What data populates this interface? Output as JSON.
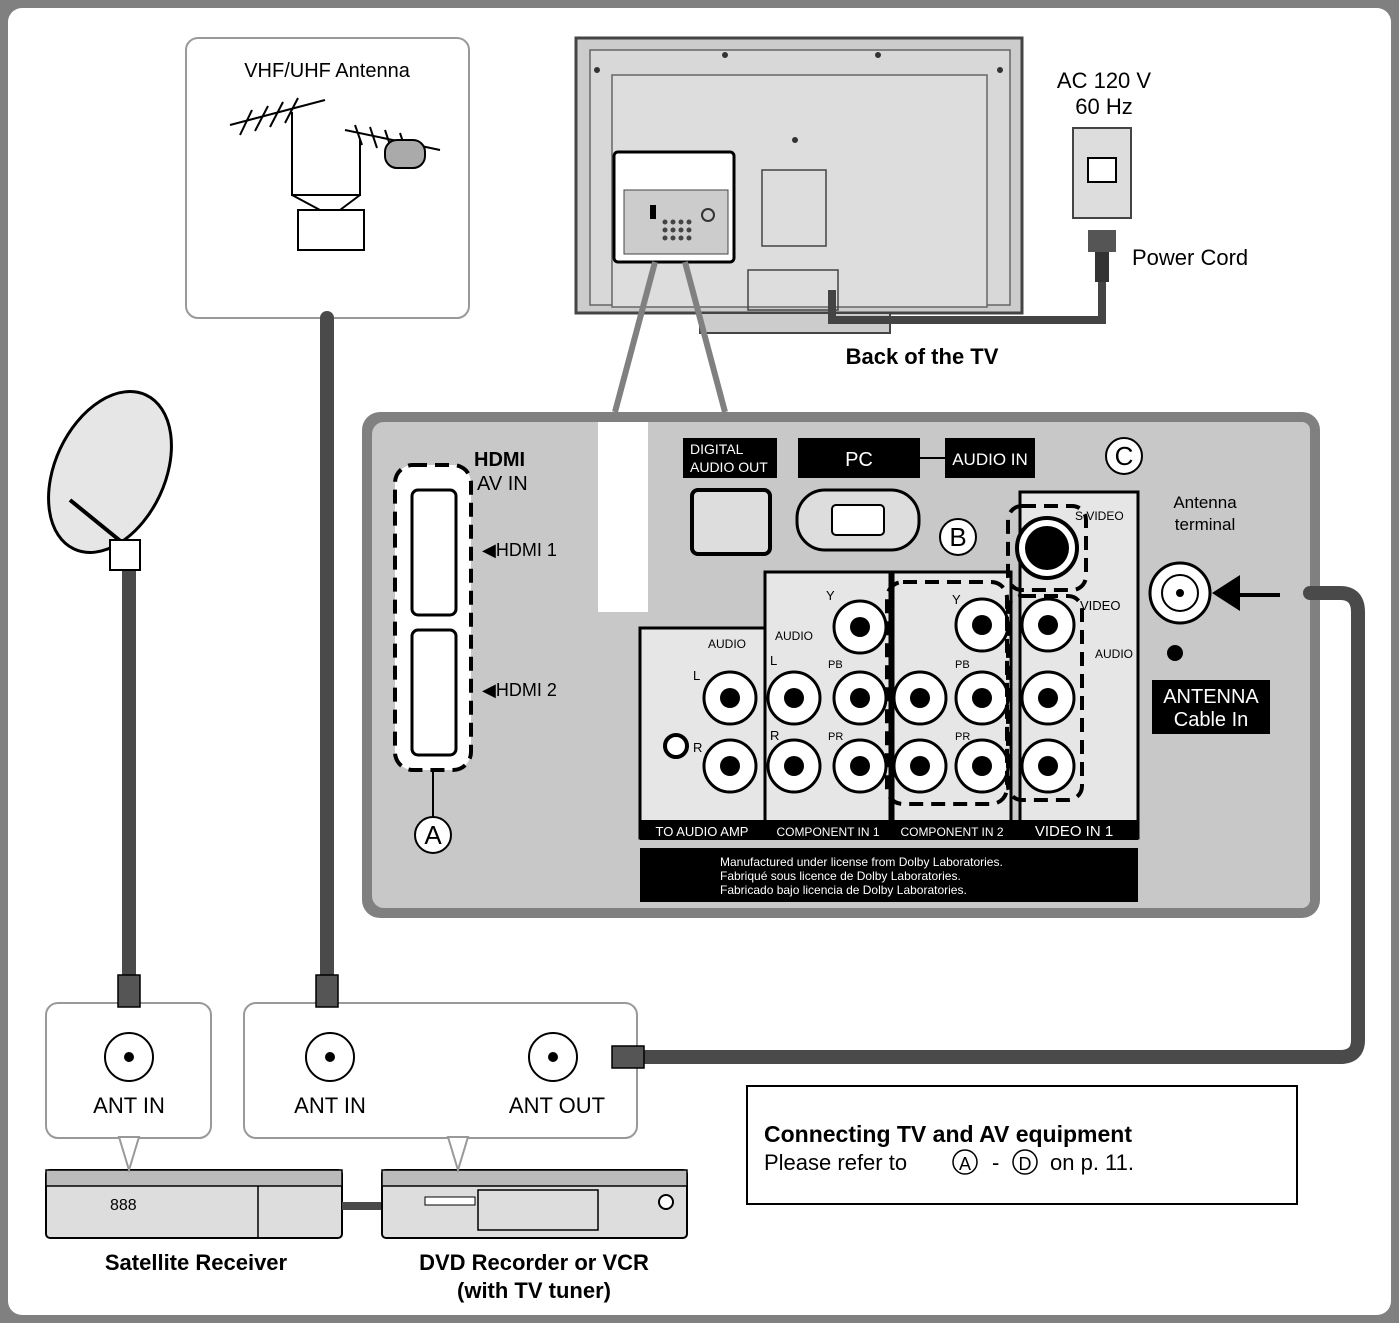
{
  "antenna": {
    "label": "VHF/UHF Antenna"
  },
  "power": {
    "voltage": "AC 120 V",
    "frequency": "60 Hz",
    "cord_label": "Power Cord"
  },
  "tv": {
    "back_caption": "Back of the TV"
  },
  "panel": {
    "hdmi_logo": "HDMI",
    "av_in": "AV IN",
    "hdmi1": "◀HDMI 1",
    "hdmi2": "◀HDMI 2",
    "digital_audio_out_1": "DIGITAL",
    "digital_audio_out_2": "AUDIO OUT",
    "pc": "PC",
    "audio_in": "AUDIO IN",
    "svideo": "S VIDEO",
    "video": "VIDEO",
    "audio_small": "AUDIO",
    "y": "Y",
    "pb": "PB",
    "pr": "PR",
    "l": "L",
    "r": "R",
    "to_audio_amp": "TO AUDIO AMP",
    "component_in_1": "COMPONENT IN 1",
    "component_in_2": "COMPONENT IN 2",
    "video_in_1": "VIDEO IN 1",
    "antenna_terminal_1": "Antenna",
    "antenna_terminal_2": "terminal",
    "antenna_box_1": "ANTENNA",
    "antenna_box_2": "Cable In",
    "license_1": "Manufactured under license from Dolby Laboratories.",
    "license_2": "Fabriqué sous licence de Dolby Laboratories.",
    "license_3": "Fabricado bajo licencia de Dolby Laboratories."
  },
  "callouts": {
    "a": "A",
    "b": "B",
    "c": "C",
    "d": "D"
  },
  "satellite": {
    "ant_in": "ANT IN",
    "caption": "Satellite Receiver",
    "display": "888"
  },
  "dvd": {
    "ant_in": "ANT IN",
    "ant_out": "ANT OUT",
    "caption_1": "DVD Recorder or VCR",
    "caption_2": "(with TV tuner)"
  },
  "note": {
    "title": "Connecting TV and AV equipment",
    "text_prefix": "Please refer to",
    "from": "A",
    "dash": "-",
    "to": "D",
    "text_suffix": "on p. 11."
  },
  "colors": {
    "frame": "#808080",
    "panel": "#c8c8c8",
    "cable": "#4a4a4a",
    "label_bg": "#000000"
  }
}
